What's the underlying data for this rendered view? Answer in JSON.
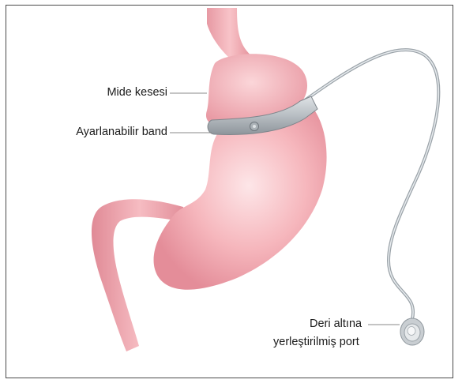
{
  "labels": {
    "stomach_pouch": "Mide kesesi",
    "adjustable_band": "Ayarlanabilir band",
    "port_line1": "Deri altına",
    "port_line2": "yerleştirilmiş port"
  },
  "colors": {
    "stomach_fill": "#f4aeb4",
    "stomach_shade": "#e38c98",
    "stomach_highlight": "#fde4e6",
    "band": "#b9bfc4",
    "tube": "#9aa3aa",
    "leader": "#888888",
    "border": "#4a4a4a"
  }
}
